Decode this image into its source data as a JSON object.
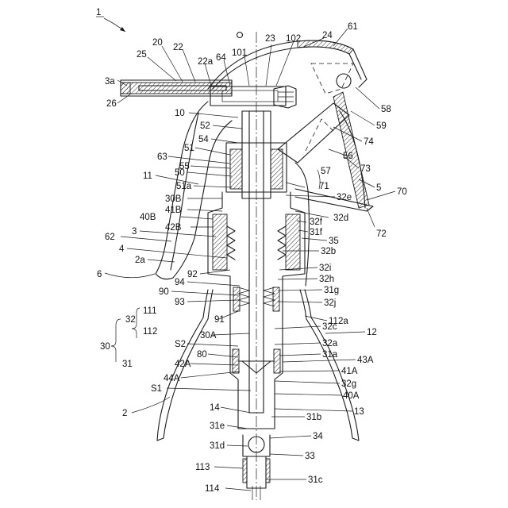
{
  "figure": {
    "number": "1",
    "axis_label": "O",
    "labels": {
      "l1": "20",
      "l2": "22",
      "l3": "25",
      "l4": "22a",
      "l5": "64",
      "l6": "101",
      "l7": "23",
      "l8": "102",
      "l9": "24",
      "l10": "61",
      "l11": "3a",
      "l12": "26",
      "l13": "10",
      "l14": "52",
      "l15": "54",
      "l16": "51",
      "l17": "63",
      "l18": "55",
      "l19": "11",
      "l20": "50",
      "l21": "51a",
      "l22": "30B",
      "l23": "41B",
      "l24": "40B",
      "l25": "42B",
      "l26": "62",
      "l27": "3",
      "l28": "4",
      "l29": "2a",
      "l30": "6",
      "l31": "92",
      "l32": "94",
      "l33": "90",
      "l34": "93",
      "l35": "32",
      "l36": "111",
      "l37": "112",
      "l38": "91",
      "l39": "30",
      "l40": "30A",
      "l41": "S2",
      "l42": "80",
      "l43": "42A",
      "l44": "31",
      "l45": "44A",
      "l46": "S1",
      "l47": "2",
      "l48": "14",
      "l49": "31e",
      "l50": "31d",
      "l51": "113",
      "l52": "114",
      "l53": "58",
      "l54": "59",
      "l55": "74",
      "l56": "56",
      "l57": "73",
      "l58": "57",
      "l59": "71",
      "l60": "5",
      "l61": "70",
      "l62": "32e",
      "l63": "32d",
      "l64": "72",
      "l65": "32f",
      "l66": "31f",
      "l67": "35",
      "l68": "32b",
      "l69": "32i",
      "l70": "32h",
      "l71": "31g",
      "l72": "32j",
      "l73": "112a",
      "l74": "32c",
      "l75": "12",
      "l76": "32a",
      "l77": "31a",
      "l78": "43A",
      "l79": "41A",
      "l80": "32g",
      "l81": "40A",
      "l82": "13",
      "l83": "31b",
      "l84": "34",
      "l85": "33",
      "l86": "31c"
    }
  }
}
